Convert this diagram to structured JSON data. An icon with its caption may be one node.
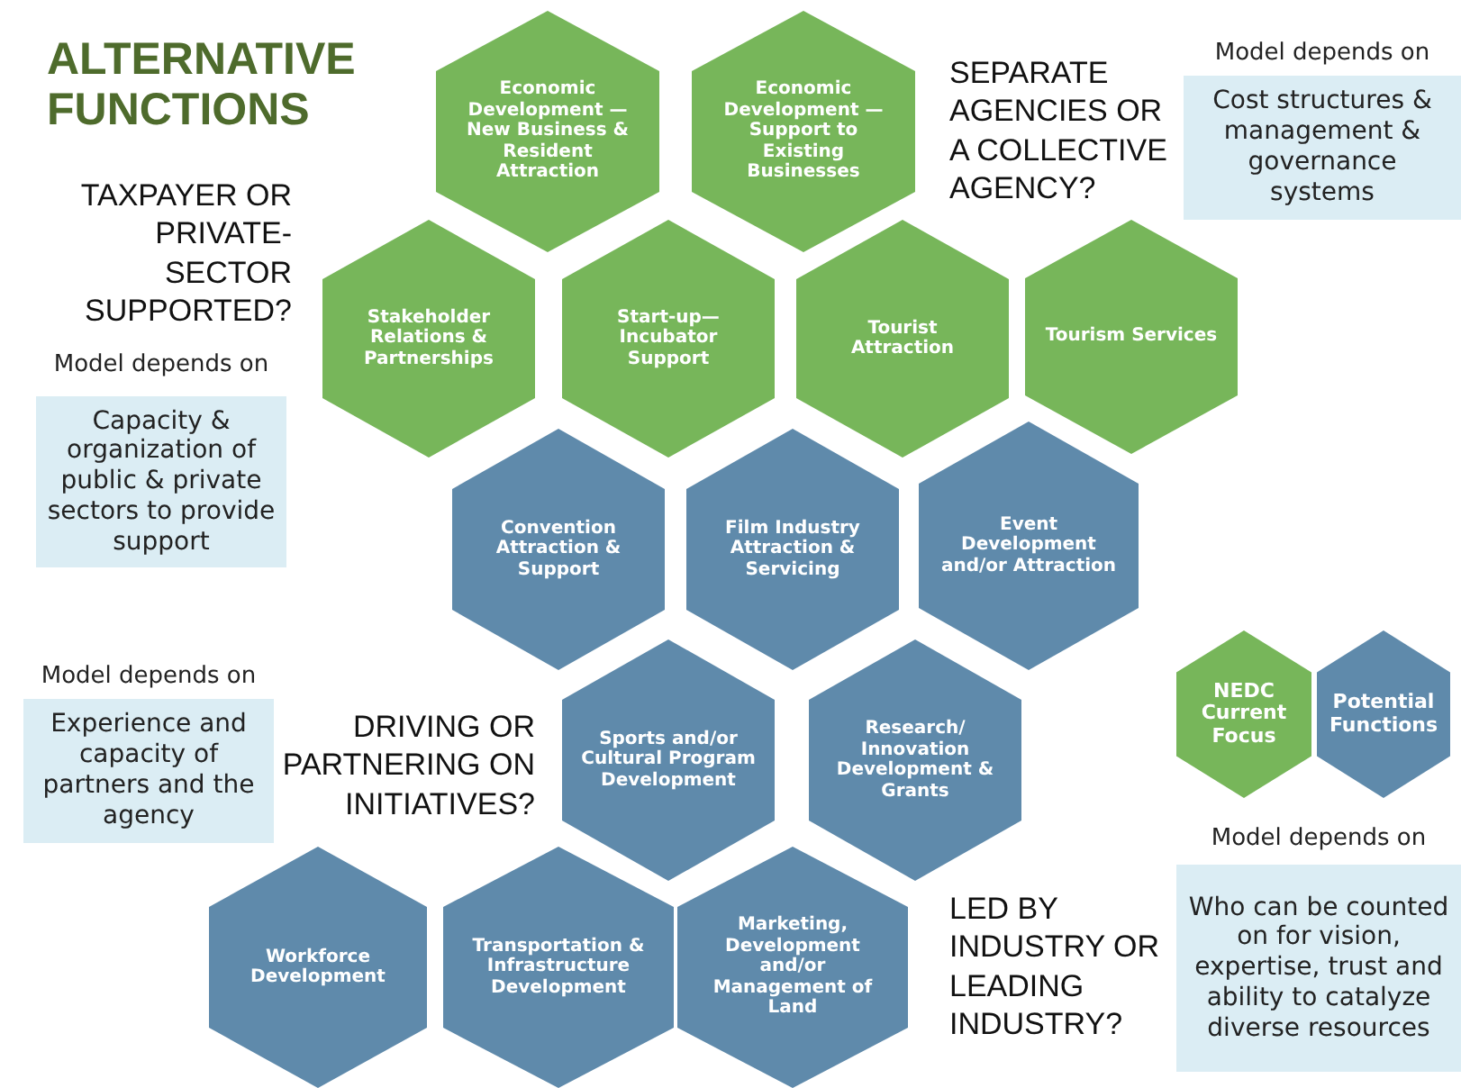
{
  "diagram": {
    "title": "ALTERNATIVE FUNCTIONS",
    "nodes": [
      {
        "text": [
          "Economic Development —New Business & Resident Attraction"
        ]
      },
      {
        "text": [
          "Economic Development —Support to Existing Businesses"
        ]
      },
      {
        "text": [
          "Stakeholder Relations & Partnerships"
        ]
      },
      {
        "text": [
          "Start-up— Incubator Support"
        ]
      },
      {
        "text": [
          "Tourist Attraction"
        ]
      },
      {
        "text": [
          "Tourism Services"
        ]
      },
      {
        "text": [
          "Convention Attraction & Support"
        ]
      },
      {
        "text": [
          "Film Industry Attraction & Servicing"
        ]
      },
      {
        "text": [
          "Event Development and/or Attraction"
        ]
      },
      {
        "text": [
          "Sports and/or Cultural Program Development"
        ]
      },
      {
        "text": [
          "Research/ Innovation Development & Grants"
        ]
      },
      {
        "text": [
          "Workforce Development"
        ]
      },
      {
        "text": [
          "Transportation & Infrastructure Development"
        ]
      },
      {
        "text": [
          "Marketing, Development and/or Management of Land"
        ]
      },
      {
        "text": [
          "Model depends on",
          "Cost structures & management & governance systems"
        ]
      },
      {
        "text": [
          "Model depends on",
          "Capacity & organization of public & private sectors to provide support"
        ]
      },
      {
        "text": [
          "Model depends on",
          "Experience and capacity of partners and the agency"
        ]
      },
      {
        "text": [
          "Model depends on",
          "Who can be counted on for vision, expertise, trust and ability to catalyze diverse resources"
        ]
      }
    ],
    "labels": [
      "TAXPAYER OR PRIVATE-SECTOR SUPPORTED?",
      "SEPARATE AGENCIES OR A COLLECTIVE AGENCY?",
      "DRIVING OR PARTNERING ON INITIATIVES?",
      "LED BY INDUSTRY OR LEADING INDUSTRY?"
    ],
    "legend": [
      {
        "text": "NEDC Current Focus",
        "color": "#77b65a"
      },
      {
        "text": "Potential Functions",
        "color": "#5f8aab"
      }
    ]
  }
}
